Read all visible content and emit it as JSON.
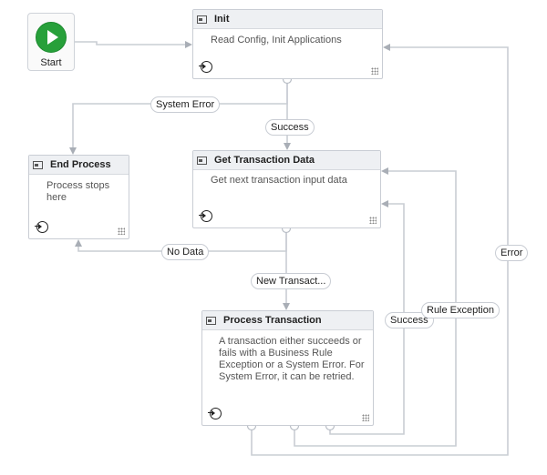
{
  "start": {
    "label": "Start"
  },
  "states": {
    "init": {
      "title": "Init",
      "description": "Read Config, Init Applications"
    },
    "end_process": {
      "title": "End Process",
      "description": "Process stops here"
    },
    "get_transaction": {
      "title": "Get Transaction Data",
      "description": "Get next transaction input data"
    },
    "process_transaction": {
      "title": "Process Transaction",
      "description": "A transaction either succeeds or fails with a Business Rule Exception or a System Error. For System Error, it can be retried."
    }
  },
  "transitions": {
    "system_error": "System Error",
    "success_init": "Success",
    "no_data": "No Data",
    "new_transaction": "New Transact...",
    "success_process": "Success",
    "rule_exception": "Rule Exception",
    "error": "Error"
  },
  "icons": {
    "start": "play-icon",
    "state": "state-icon",
    "entry": "entry-icon",
    "grip": "resize-grip-icon"
  },
  "colors": {
    "start_green": "#27a03a",
    "wire": "#c9cdd4",
    "header_bg": "#eef0f3"
  }
}
